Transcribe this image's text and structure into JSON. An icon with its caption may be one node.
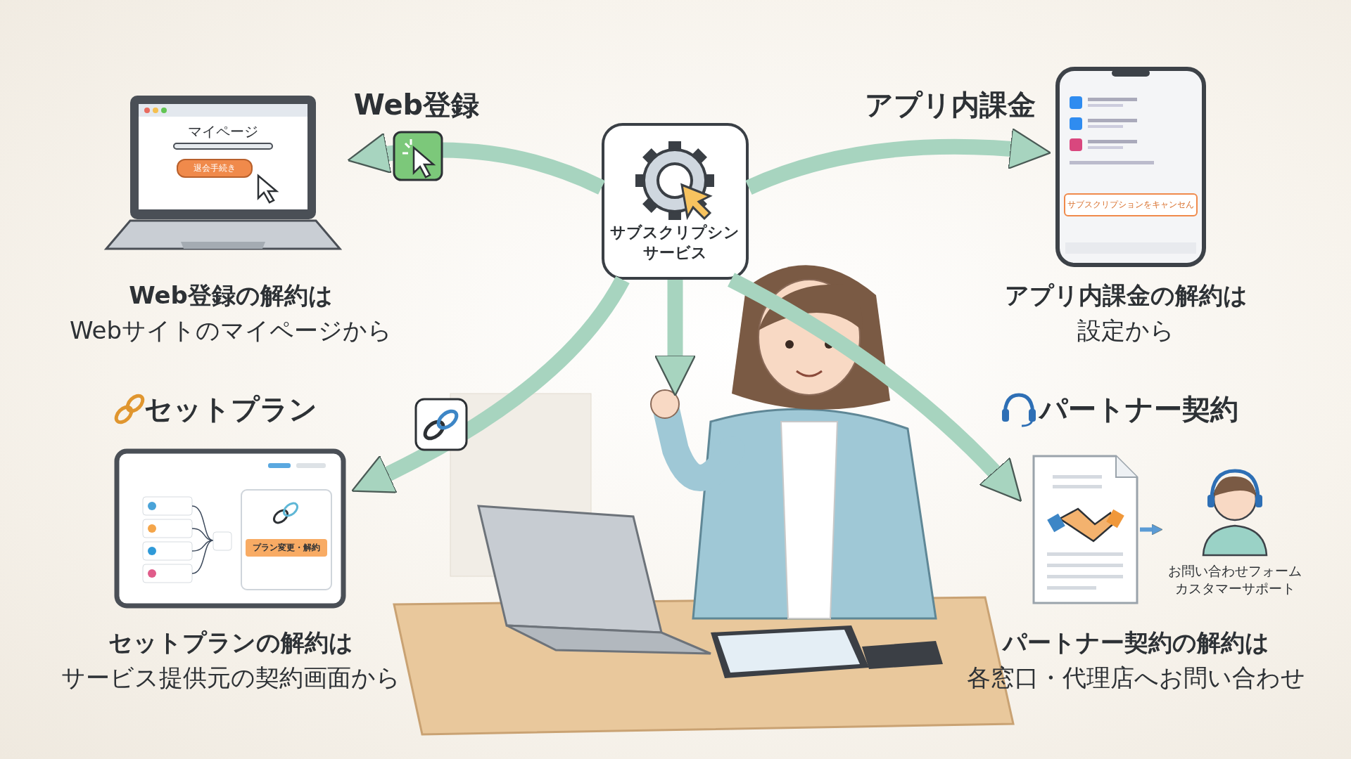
{
  "diagram": {
    "nodes": [
      {
        "text": [
          "サブスクリプシンサービス"
        ]
      },
      {
        "text": [
          "マイページ",
          "退会手続き"
        ]
      },
      {
        "text": [
          "サブスクリプションをキャンセん"
        ]
      },
      {
        "text": [
          "プラン変更・解約"
        ]
      },
      {
        "text": [],
        "shape": "picture"
      },
      {
        "text": [
          "お問い合わせフォームカスタマーサポート"
        ]
      }
    ],
    "edges": [
      {
        "from": 0,
        "to": 1,
        "arrow": "to"
      },
      {
        "from": 0,
        "to": 2,
        "arrow": "to"
      },
      {
        "from": 0,
        "to": 3,
        "arrow": "to"
      },
      {
        "from": 0,
        "to": null,
        "arrow": "to"
      },
      {
        "from": 0,
        "to": 4,
        "arrow": "to"
      },
      {
        "from": 4,
        "to": 5,
        "arrow": "to",
        "color": "#5b9bd5"
      }
    ],
    "labels": [
      "Web登録",
      "Web登録の解約は",
      "Webサイトのマイページから",
      "アプリ内課金",
      "アプリ内課金の解約は",
      "設定から",
      "セットプラン",
      "セットプランの解約は",
      "サービス提供元の契約画面から",
      "パートナー契約",
      "パートナー契約の解約は",
      "各窓口・代理店へお問い合わせ"
    ]
  }
}
